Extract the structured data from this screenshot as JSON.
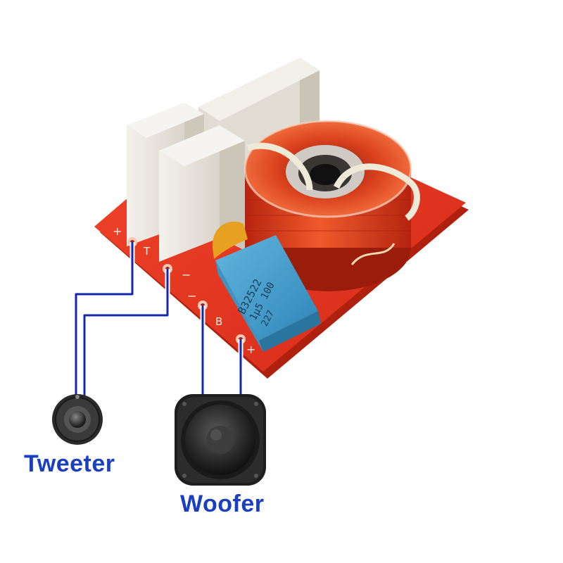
{
  "labels": {
    "tweeter": "Tweeter",
    "woofer": "Woofer"
  },
  "pcb_markings": {
    "tweeter_plus": "+",
    "tweeter_letter": "T",
    "tweeter_minus": "−",
    "woofer_minus": "−",
    "woofer_letter": "B",
    "woofer_plus": "+"
  },
  "capacitor_markings": {
    "line1": "B32522",
    "line2": "1µ5 100",
    "line3": "227"
  },
  "colors": {
    "label_blue": "#1a3fbf",
    "wire_blue": "#1428a8",
    "pcb_red": "#e8321e",
    "coil_copper": "#d8401e",
    "resistor_white": "#eeeae3",
    "capacitor_blue": "#4aa3cf",
    "capacitor_yellow": "#e8a020"
  }
}
